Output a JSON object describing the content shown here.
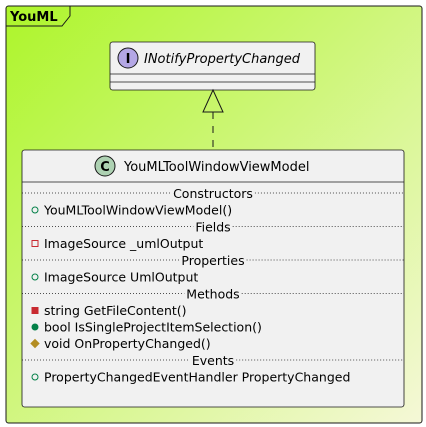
{
  "package": {
    "name": "YouML"
  },
  "interface": {
    "stereotype_letter": "I",
    "name": "INotifyPropertyChanged"
  },
  "class": {
    "stereotype_letter": "C",
    "name": "YouMLToolWindowViewModel",
    "sections": [
      {
        "label": "Constructors",
        "members": [
          {
            "visibility": "public",
            "text": "YouMLToolWindowViewModel()"
          }
        ]
      },
      {
        "label": "Fields",
        "members": [
          {
            "visibility": "private",
            "text": "ImageSource _umlOutput"
          }
        ]
      },
      {
        "label": "Properties",
        "members": [
          {
            "visibility": "public",
            "text": "ImageSource UmlOutput"
          }
        ]
      },
      {
        "label": "Methods",
        "members": [
          {
            "visibility": "private-method",
            "text": "string GetFileContent()"
          },
          {
            "visibility": "public-method",
            "text": "bool IsSingleProjectItemSelection()"
          },
          {
            "visibility": "protected-method",
            "text": "void OnPropertyChanged()"
          }
        ]
      },
      {
        "label": "Events",
        "members": [
          {
            "visibility": "public",
            "text": "PropertyChangedEventHandler PropertyChanged"
          }
        ]
      }
    ]
  },
  "relation": {
    "type": "realization"
  },
  "colors": {
    "package_gradient_start": "#adf52a",
    "package_gradient_end": "#f5f8d7",
    "class_fill": "#f1f1f1",
    "border": "#181818",
    "interface_circle": "#b4a7e5",
    "class_circle": "#add1b2",
    "private_marker": "#c82930",
    "public_marker": "#038048",
    "protected_marker": "#b38d22"
  }
}
